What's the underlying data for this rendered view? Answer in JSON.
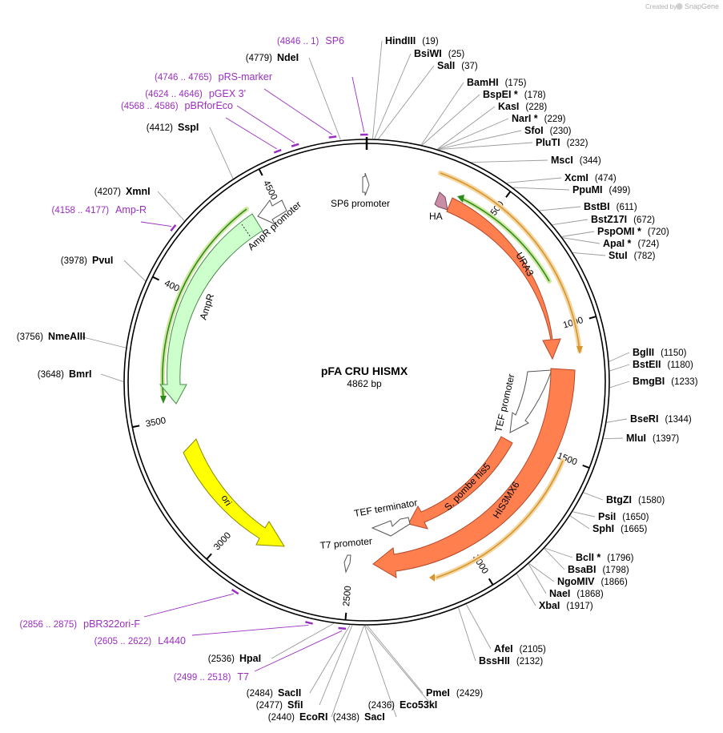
{
  "credit": {
    "prefix": "Created by",
    "brand": "SnapGene"
  },
  "plasmid": {
    "name": "pFA CRU HISMX",
    "size_label": "4862 bp",
    "length": 4862
  },
  "ticks": [
    {
      "bp": 500,
      "label": "500"
    },
    {
      "bp": 1000,
      "label": "1000"
    },
    {
      "bp": 1500,
      "label": "1500"
    },
    {
      "bp": 2000,
      "label": "2000"
    },
    {
      "bp": 2500,
      "label": "2500"
    },
    {
      "bp": 3000,
      "label": "3000"
    },
    {
      "bp": 3500,
      "label": "3500"
    },
    {
      "bp": 4000,
      "label": "4000"
    },
    {
      "bp": 4500,
      "label": "4500"
    }
  ],
  "enzymes": [
    {
      "name": "HindIII",
      "pos": "(19)",
      "bp": 19
    },
    {
      "name": "BsiWI",
      "pos": "(25)",
      "bp": 25
    },
    {
      "name": "SalI",
      "pos": "(37)",
      "bp": 37
    },
    {
      "name": "BamHI",
      "pos": "(175)",
      "bp": 175
    },
    {
      "name": "BspEI *",
      "pos": "(178)",
      "bp": 178
    },
    {
      "name": "KasI",
      "pos": "(228)",
      "bp": 228
    },
    {
      "name": "NarI *",
      "pos": "(229)",
      "bp": 229
    },
    {
      "name": "SfoI",
      "pos": "(230)",
      "bp": 230
    },
    {
      "name": "PluTI",
      "pos": "(232)",
      "bp": 232
    },
    {
      "name": "MscI",
      "pos": "(344)",
      "bp": 344
    },
    {
      "name": "XcmI",
      "pos": "(474)",
      "bp": 474
    },
    {
      "name": "PpuMI",
      "pos": "(499)",
      "bp": 499
    },
    {
      "name": "BstBI",
      "pos": "(611)",
      "bp": 611
    },
    {
      "name": "BstZ17I",
      "pos": "(672)",
      "bp": 672
    },
    {
      "name": "PspOMI *",
      "pos": "(720)",
      "bp": 720
    },
    {
      "name": "ApaI *",
      "pos": "(724)",
      "bp": 724
    },
    {
      "name": "StuI",
      "pos": "(782)",
      "bp": 782
    },
    {
      "name": "BglII",
      "pos": "(1150)",
      "bp": 1150
    },
    {
      "name": "BstEII",
      "pos": "(1180)",
      "bp": 1180
    },
    {
      "name": "BmgBI",
      "pos": "(1233)",
      "bp": 1233
    },
    {
      "name": "BseRI",
      "pos": "(1344)",
      "bp": 1344
    },
    {
      "name": "MluI",
      "pos": "(1397)",
      "bp": 1397
    },
    {
      "name": "BtgZI",
      "pos": "(1580)",
      "bp": 1580
    },
    {
      "name": "PsiI",
      "pos": "(1650)",
      "bp": 1650
    },
    {
      "name": "SphI",
      "pos": "(1665)",
      "bp": 1665
    },
    {
      "name": "BclI *",
      "pos": "(1796)",
      "bp": 1796
    },
    {
      "name": "BsaBI",
      "pos": "(1798)",
      "bp": 1798
    },
    {
      "name": "NgoMIV",
      "pos": "(1866)",
      "bp": 1866
    },
    {
      "name": "NaeI",
      "pos": "(1868)",
      "bp": 1868
    },
    {
      "name": "XbaI",
      "pos": "(1917)",
      "bp": 1917
    },
    {
      "name": "AfeI",
      "pos": "(2105)",
      "bp": 2105
    },
    {
      "name": "BssHII",
      "pos": "(2132)",
      "bp": 2132
    },
    {
      "name": "PmeI",
      "pos": "(2429)",
      "bp": 2429
    },
    {
      "name": "Eco53kI",
      "pos": "(2436)",
      "bp": 2436
    },
    {
      "name": "SacI",
      "pos": "(2438)",
      "bp": 2438
    },
    {
      "name": "EcoRI",
      "pos": "(2440)",
      "bp": 2440
    },
    {
      "name": "SfiI",
      "pos": "(2477)",
      "bp": 2477
    },
    {
      "name": "SacII",
      "pos": "(2484)",
      "bp": 2484
    },
    {
      "name": "HpaI",
      "pos": "(2536)",
      "bp": 2536
    },
    {
      "name": "BmrI",
      "pos": "(3648)",
      "bp": 3648
    },
    {
      "name": "NmeAIII",
      "pos": "(3756)",
      "bp": 3756
    },
    {
      "name": "PvuI",
      "pos": "(3978)",
      "bp": 3978
    },
    {
      "name": "XmnI",
      "pos": "(4207)",
      "bp": 4207
    },
    {
      "name": "SspI",
      "pos": "(4412)",
      "bp": 4412
    },
    {
      "name": "NdeI",
      "pos": "(4779)",
      "bp": 4779
    }
  ],
  "primers": [
    {
      "name": "SP6",
      "pos": "(4846 .. 1)",
      "bp": 4854
    },
    {
      "name": "pRS-marker",
      "pos": "(4746 .. 4765)",
      "bp": 4755
    },
    {
      "name": "pGEX 3'",
      "pos": "(4624 .. 4646)",
      "bp": 4635
    },
    {
      "name": "pBRforEco",
      "pos": "(4568 .. 4586)",
      "bp": 4577
    },
    {
      "name": "Amp-R",
      "pos": "(4158 .. 4177)",
      "bp": 4167
    },
    {
      "name": "pBR322ori-F",
      "pos": "(2856 .. 2875)",
      "bp": 2865
    },
    {
      "name": "L4440",
      "pos": "(2605 .. 2622)",
      "bp": 2613
    },
    {
      "name": "T7",
      "pos": "(2499 .. 2518)",
      "bp": 2508
    }
  ],
  "features": [
    {
      "name": "SP6 promoter",
      "kind": "promoter",
      "color": "#ffffff"
    },
    {
      "name": "HA",
      "kind": "tag",
      "color": "#c98ea6"
    },
    {
      "name": "URA3",
      "kind": "cds",
      "color": "#ff7f4f"
    },
    {
      "name": "TEF promoter",
      "kind": "promoter",
      "color": "#ffffff"
    },
    {
      "name": "S. pombe his5",
      "kind": "cds",
      "color": "#ff7f4f"
    },
    {
      "name": "HIS3MX6",
      "kind": "cds",
      "color": "#ff7f4f"
    },
    {
      "name": "TEF terminator",
      "kind": "terminator",
      "color": "#ffffff"
    },
    {
      "name": "T7 promoter",
      "kind": "promoter",
      "color": "#ffffff"
    },
    {
      "name": "ori",
      "kind": "origin",
      "color": "#ffff00"
    },
    {
      "name": "AmpR",
      "kind": "cds",
      "color": "#ccffcc"
    },
    {
      "name": "AmpR promoter",
      "kind": "promoter",
      "color": "#ffffff"
    }
  ],
  "colors": {
    "primer": "#9b2fc1",
    "cds": "#ff7f4f",
    "amp": "#ccffcc",
    "ori": "#ffff00",
    "orf_yellow": "#e6a84a",
    "orf_green": "#2f8a1e"
  }
}
